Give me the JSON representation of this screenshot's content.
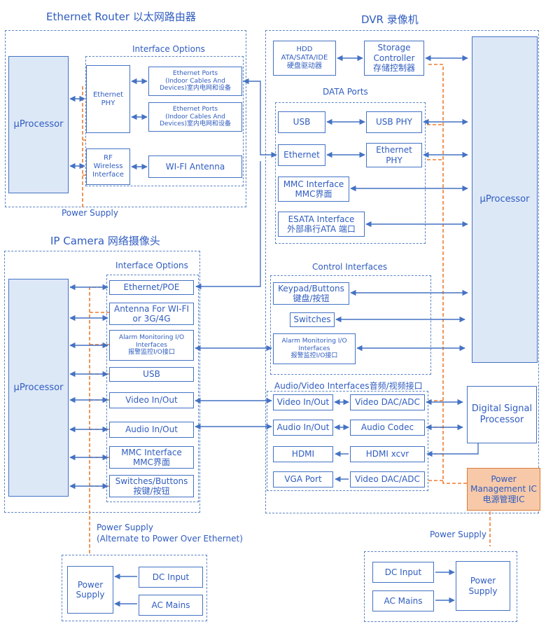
{
  "titles": {
    "router": "Ethernet Router 以太网路由器",
    "dvr": "DVR 录像机",
    "camera": "IP Camera 网络摄像头"
  },
  "router": {
    "interface_options": "Interface Options",
    "processor": "µProcessor",
    "ethernet_phy": "Ethernet\nPHY",
    "rf_wireless": "RF\nWireless\nInterface",
    "ethernet_ports_1": "Ethernet Ports\n(Indoor Cables And\nDevices)室内电网和设备",
    "ethernet_ports_2": "Ethernet Ports\n(Indoor Cables And\nDevices)室内电网和设备",
    "wifi_antenna": "WI-FI Antenna",
    "power_supply": "Power Supply"
  },
  "dvr": {
    "hdd": "HDD\nATA/SATA/IDE\n硬盘驱动器",
    "storage_controller": "Storage\nController\n存储控制器",
    "data_ports": "DATA Ports",
    "usb": "USB",
    "usb_phy": "USB PHY",
    "ethernet": "Ethernet",
    "ethernet_phy": "Ethernet\nPHY",
    "mmc": "MMC Interface\nMMC界面",
    "esata": "ESATA Interface\n外部串行ATA 端口",
    "processor": "µProcessor",
    "control_interfaces": "Control Interfaces",
    "keypad": "Keypad/Buttons\n键盘/按钮",
    "switches": "Switches",
    "alarm": "Alarm Monitoring I/O\nInterfaces\n报警监控I/O接口",
    "av_interfaces": "Audio/Video Interfaces音频/视频接口",
    "video_in_out": "Video In/Out",
    "video_dac_adc_1": "Video DAC/ADC",
    "audio_in_out": "Audio In/Out",
    "audio_codec": "Audio Codec",
    "hdmi": "HDMI",
    "hdmi_xcvr": "HDMI xcvr",
    "vga_port": "VGA Port",
    "video_dac_adc_2": "Video DAC/ADC",
    "dsp": "Digital Signal\nProcessor",
    "pmic": "Power\nManagement IC\n电源管理IC",
    "power_supply": "Power Supply",
    "ps_dc_input": "DC Input",
    "ps_ac_mains": "AC Mains",
    "ps_power_supply": "Power\nSupply"
  },
  "camera": {
    "interface_options": "Interface Options",
    "processor": "µProcessor",
    "ethernet_poe": "Ethernet/POE",
    "antenna": "Antenna For WI-FI\nor 3G/4G",
    "alarm": "Alarm Monitoring I/O\nInterfaces\n报警监控I/O接口",
    "usb": "USB",
    "video_in_out": "Video In/Out",
    "audio_in_out": "Audio In/Out",
    "mmc": "MMC Interface\nMMC界面",
    "switches": "Switches/Buttons\n按键/按钮",
    "power_supply_note": "Power Supply\n(Alternate to  Power Over Ethernet)",
    "ps_power_supply": "Power\nSupply",
    "ps_dc_input": "DC Input",
    "ps_ac_mains": "AC Mains"
  },
  "colors": {
    "line": "#4472c4",
    "box_fill": "#dde8f7",
    "power_line": "#ed7d31",
    "pmic_fill": "#f7c9a8",
    "text": "#2f5cc0"
  }
}
